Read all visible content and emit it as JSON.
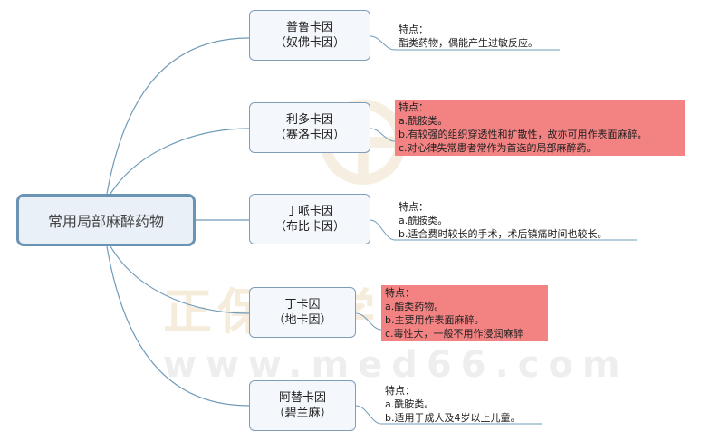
{
  "central": {
    "label": "常用局部麻醉药物"
  },
  "watermark": {
    "site_cn": "正保医学教育网",
    "url": "www.med66.com"
  },
  "branches": [
    {
      "name": "普鲁卡因",
      "alias": "（奴佛卡因）",
      "note_title": "特点：",
      "highlight": false,
      "note_lines": [
        "酯类药物，偶能产生过敏反应。"
      ]
    },
    {
      "name": "利多卡因",
      "alias": "（赛洛卡因）",
      "note_title": "特点：",
      "highlight": true,
      "note_lines": [
        "a.酰胺类。",
        "b.有较强的组织穿透性和扩散性，故亦可用作表面麻醉。",
        "c.对心律失常患者常作为首选的局部麻醉药。"
      ]
    },
    {
      "name": "丁哌卡因",
      "alias": "（布比卡因）",
      "note_title": "特点：",
      "highlight": false,
      "note_lines": [
        "a.酰胺类。",
        "b.适合费时较长的手术，术后镇痛时间也较长。"
      ]
    },
    {
      "name": "丁卡因",
      "alias": "（地卡因）",
      "note_title": "特点：",
      "highlight": true,
      "note_lines": [
        "a.酯类药物。",
        "b.主要用作表面麻醉。",
        "c.毒性大，一般不用作浸润麻醉"
      ]
    },
    {
      "name": "阿替卡因",
      "alias": "（碧兰麻）",
      "note_title": "特点：",
      "highlight": false,
      "note_lines": [
        "a.酰胺类。",
        "b.适用于成人及4岁以上儿童。"
      ]
    }
  ],
  "colors": {
    "line": "#6f9bb9",
    "highlight": "#f38383",
    "node_border": "#7f9db9"
  }
}
